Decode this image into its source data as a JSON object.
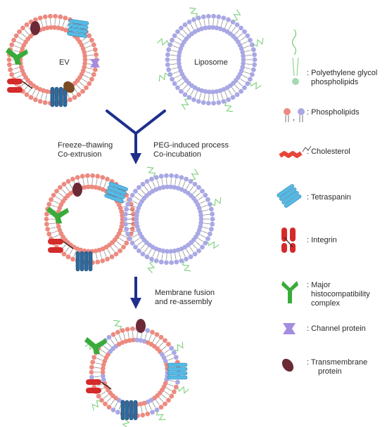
{
  "labels": {
    "ev": "EV",
    "liposome": "Liposome",
    "step1_left_a": "Freeze–thawing",
    "step1_left_b": "Co-extrusion",
    "step1_right_a": "PEG-induced process",
    "step1_right_b": "Co-incubation",
    "step2_a": "Membrane fusion",
    "step2_b": "and re-assembly"
  },
  "legend": {
    "peg_a": ": Polyethylene glycol",
    "peg_b": "phospholipids",
    "phospholipids": ": Phospholipids",
    "cholesterol": ": Cholesterol",
    "tetraspanin": ": Tetraspanin",
    "integrin": ": Integrin",
    "mhc_a": ": Major",
    "mhc_b": "histocompatibility",
    "mhc_c": "complex",
    "channel": ": Channel protein",
    "transmembrane_a": ": Transmembrane",
    "transmembrane_b": "protein",
    "phospholipid_separator": ","
  },
  "colors": {
    "ev_head": "#ec8a80",
    "lipo_head": "#a9a8e4",
    "arrow": "#1e2f8c",
    "peg": "#7ccf7c",
    "cholesterol": "#e8453a",
    "tetraspanin": "#55bbe6",
    "tetraspanin_dark": "#2e6a9e",
    "integrin": "#d42a2a",
    "mhc": "#3aab3a",
    "channel": "#a48ce0",
    "transmembrane": "#6b2a35",
    "transmembrane_brown": "#7a4a22"
  }
}
